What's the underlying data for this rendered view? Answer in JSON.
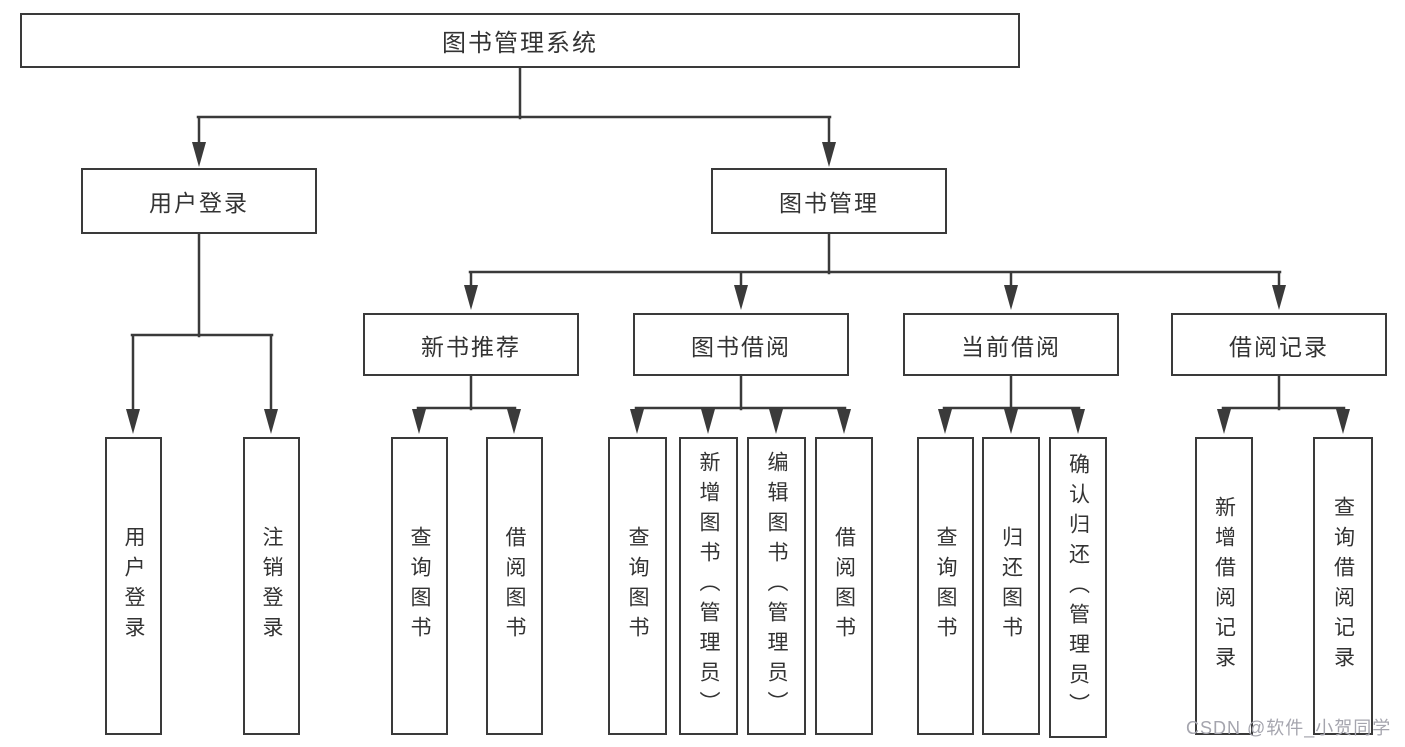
{
  "diagram": {
    "root": {
      "label": "图书管理系统"
    },
    "branches": [
      {
        "label": "用户登录",
        "leaves": [
          "用户登录",
          "注销登录"
        ]
      },
      {
        "label": "图书管理",
        "groups": [
          {
            "label": "新书推荐",
            "leaves": [
              "查询图书",
              "借阅图书"
            ]
          },
          {
            "label": "图书借阅",
            "leaves": [
              "查询图书",
              "新增图书（管理员）",
              "编辑图书（管理员）",
              "借阅图书"
            ]
          },
          {
            "label": "当前借阅",
            "leaves": [
              "查询图书",
              "归还图书",
              "确认归还（管理员）"
            ]
          },
          {
            "label": "借阅记录",
            "leaves": [
              "新增借阅记录",
              "查询借阅记录"
            ]
          }
        ]
      }
    ],
    "colors": {
      "line": "#3a3a3a",
      "text": "#333333",
      "background": "#ffffff"
    }
  },
  "watermark": {
    "text": "CSDN @软件_小贺同学",
    "color": "#a5a5ae"
  }
}
